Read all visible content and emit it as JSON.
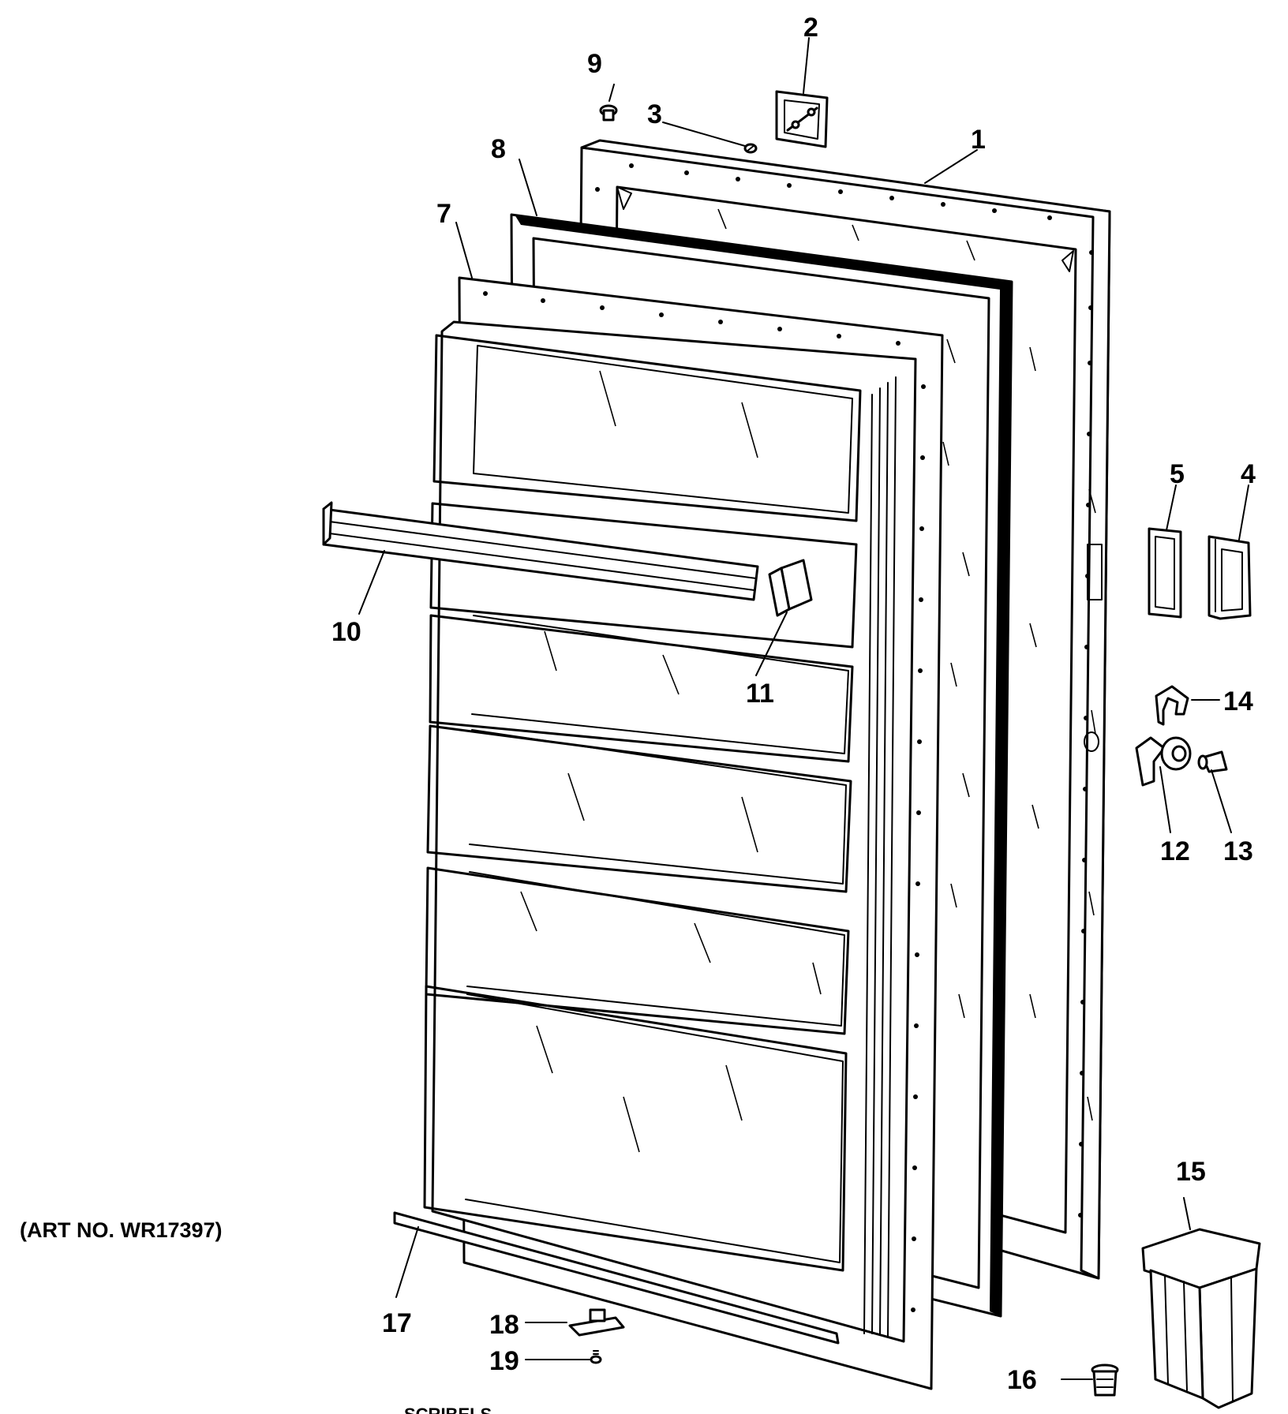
{
  "art_number": "(ART NO. WR17397)",
  "bottom_cut_text": "SCRIBELS",
  "callouts": [
    {
      "id": "c1",
      "label": "1"
    },
    {
      "id": "c2",
      "label": "2"
    },
    {
      "id": "c3",
      "label": "3"
    },
    {
      "id": "c4",
      "label": "4"
    },
    {
      "id": "c5",
      "label": "5"
    },
    {
      "id": "c7",
      "label": "7"
    },
    {
      "id": "c8",
      "label": "8"
    },
    {
      "id": "c9",
      "label": "9"
    },
    {
      "id": "c10",
      "label": "10"
    },
    {
      "id": "c11",
      "label": "11"
    },
    {
      "id": "c12",
      "label": "12"
    },
    {
      "id": "c13",
      "label": "13"
    },
    {
      "id": "c14",
      "label": "14"
    },
    {
      "id": "c15",
      "label": "15"
    },
    {
      "id": "c16",
      "label": "16"
    },
    {
      "id": "c17",
      "label": "17"
    },
    {
      "id": "c18",
      "label": "18"
    },
    {
      "id": "c19",
      "label": "19"
    }
  ]
}
